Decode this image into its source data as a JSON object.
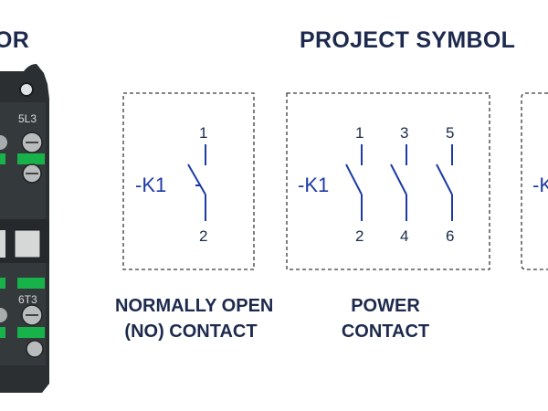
{
  "headings": {
    "left": "OR",
    "right": "PROJECT SYMBOL"
  },
  "device": {
    "top_terminal": "5L3",
    "bottom_terminal": "6T3"
  },
  "no_contact": {
    "ref": "-K1",
    "top_num": "1",
    "bottom_num": "2",
    "caption_line1": "NORMALLY OPEN",
    "caption_line2": "(NO) CONTACT"
  },
  "power_contact": {
    "ref": "-K1",
    "top_nums": [
      "1",
      "3",
      "5"
    ],
    "bottom_nums": [
      "2",
      "4",
      "6"
    ],
    "caption_line1": "POWER",
    "caption_line2": "CONTACT"
  },
  "partial_third": {
    "ref_fragment": "-K"
  },
  "colors": {
    "line": "#1e3aa8",
    "text": "#1d2a4d",
    "device_body": "#2c3033",
    "terminal_green": "#18b24a"
  }
}
